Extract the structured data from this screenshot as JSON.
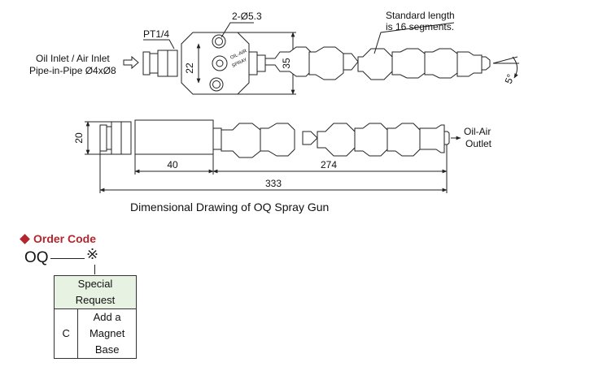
{
  "labels": {
    "hole_spec": "2-Ø5.3",
    "thread": "PT1/4",
    "standard_length_1": "Standard length",
    "standard_length_2": "is 16 segments.",
    "inlet_1": "Oil Inlet / Air Inlet",
    "inlet_2": "Pipe-in-Pipe Ø4xØ8",
    "outlet_1": "Oil-Air",
    "outlet_2": "Outlet",
    "dim_22": "22",
    "dim_35": "35",
    "dim_20": "20",
    "dim_40": "40",
    "dim_274": "274",
    "dim_333": "333",
    "angle": "5°",
    "body_text_1": "OIL-AIR",
    "body_text_2": "SPRAY"
  },
  "caption": "Dimensional Drawing of OQ Spray Gun",
  "order": {
    "title": "Order Code",
    "model": "OQ",
    "option_symbol": "※",
    "table_header": [
      "Special",
      "Request"
    ],
    "option_code": "C",
    "option_desc": [
      "Add a",
      "Magnet",
      "Base"
    ]
  },
  "colors": {
    "accent": "#b3262d",
    "header_fill": "#e7f2e2"
  }
}
